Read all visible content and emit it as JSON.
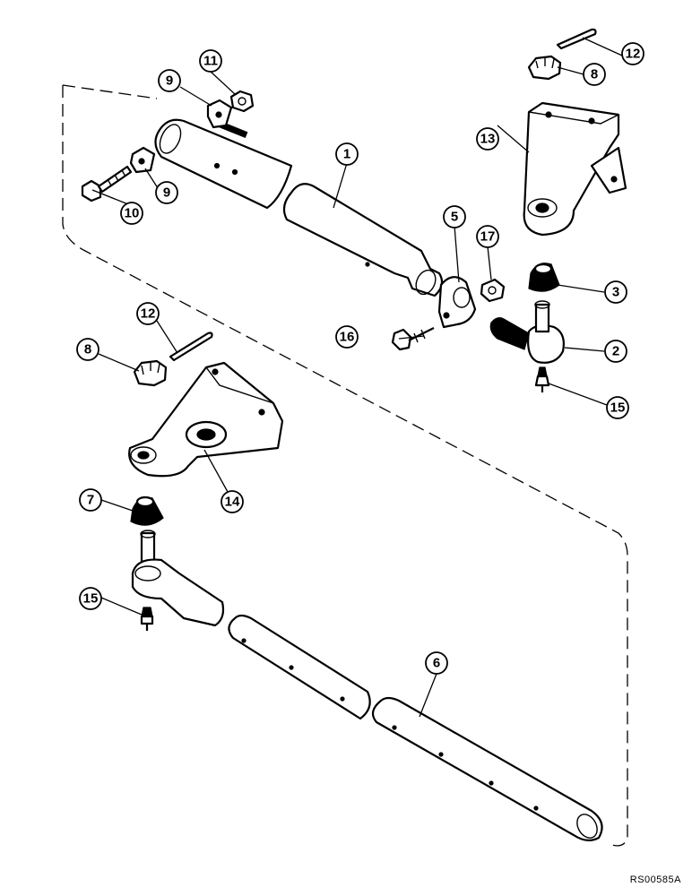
{
  "callouts": {
    "c1": "1",
    "c2": "2",
    "c3": "3",
    "c5": "5",
    "c6": "6",
    "c7": "7",
    "c8a": "8",
    "c8b": "8",
    "c9a": "9",
    "c9b": "9",
    "c10": "10",
    "c11": "11",
    "c12a": "12",
    "c12b": "12",
    "c13": "13",
    "c14": "14",
    "c15a": "15",
    "c15b": "15",
    "c16": "16",
    "c17": "17"
  },
  "reference_code": "RS00585A"
}
